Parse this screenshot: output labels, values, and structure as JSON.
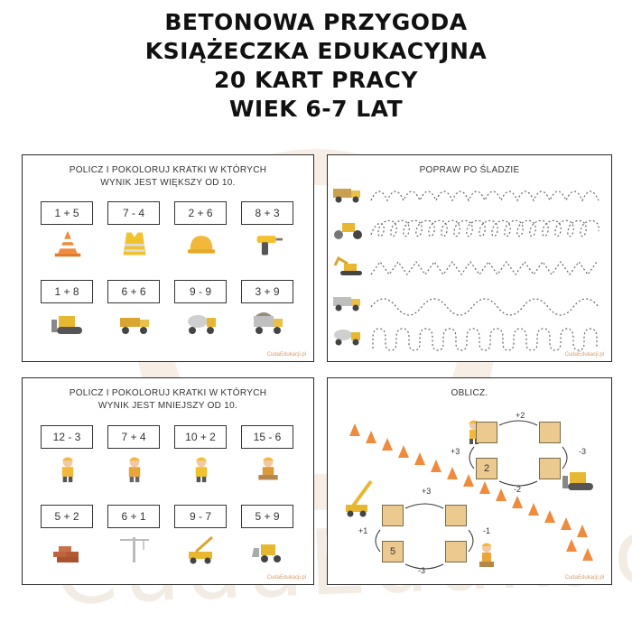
{
  "title_lines": [
    "BETONOWA PRZYGODA",
    "KSIĄŻECZKA EDUKACYJNA",
    "20 KART PRACY",
    "WIEK 6-7 LAT"
  ],
  "watermark": "CudaEdukacji.pl",
  "panel1": {
    "title": [
      "POLICZ I POKOLORUJ KRATKI W KTÓRYCH",
      "WYNIK JEST WIĘKSZY OD 10."
    ],
    "row1": [
      "1 + 5",
      "7 - 4",
      "2 + 6",
      "8 + 3"
    ],
    "row2": [
      "1 + 8",
      "6 + 6",
      "9 - 9",
      "3 + 9"
    ],
    "credit": "CudaEdukacji.pl"
  },
  "panel2": {
    "title": "POPRAW PO ŚLADZIE",
    "credit": "CudaEdukacji.pl"
  },
  "panel3": {
    "title": [
      "POLICZ I POKOLORUJ KRATKI W KTÓRYCH",
      "WYNIK JEST MNIEJSZY OD 10."
    ],
    "row1": [
      "12 - 3",
      "7 + 4",
      "10 + 2",
      "15 - 6"
    ],
    "row2": [
      "5 + 2",
      "6 + 1",
      "9 - 7",
      "5 + 9"
    ],
    "credit": "CudaEdukacji.pl"
  },
  "panel4": {
    "title": "OBLICZ.",
    "top": {
      "value": "2",
      "ops": [
        "+2",
        "-3",
        "-2",
        "+3"
      ]
    },
    "bottom": {
      "value": "5",
      "ops": [
        "+3",
        "-1",
        "-3",
        "+1"
      ]
    },
    "credit": "CudaEdukacji.pl"
  }
}
